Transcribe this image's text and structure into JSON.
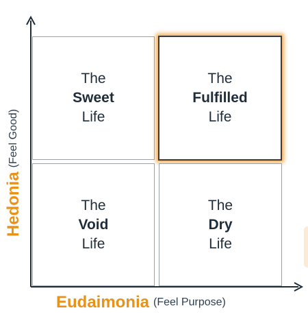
{
  "colors": {
    "accent": "#e8921a",
    "text": "#1f2d3a",
    "axis": "#1f2d3a",
    "cell_border": "#9aa0a6"
  },
  "y_axis": {
    "label": "Hedonia",
    "sublabel": "(Feel Good)"
  },
  "x_axis": {
    "label": "Eudaimonia",
    "sublabel": "(Feel Purpose)"
  },
  "quadrants": {
    "sweet": {
      "pre": "The",
      "name": "Sweet",
      "post": "Life"
    },
    "fulfilled": {
      "pre": "The",
      "name": "Fulfilled",
      "post": "Life",
      "highlighted": true
    },
    "void": {
      "pre": "The",
      "name": "Void",
      "post": "Life"
    },
    "dry": {
      "pre": "The",
      "name": "Dry",
      "post": "Life"
    }
  }
}
